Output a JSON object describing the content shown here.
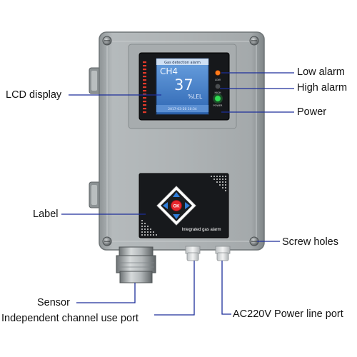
{
  "device": {
    "screen": {
      "header": "Gas detection alarm",
      "gas": "CH4",
      "reading": "37",
      "unit": "%LEL",
      "footer": "2017-03-20  10:34"
    },
    "leds": {
      "low_tag": "LOW",
      "high_tag": "HIGH",
      "power_tag": "POWER"
    },
    "keypad": {
      "ok_label": "OK",
      "caption": "Integrated gas alarm"
    }
  },
  "labels": {
    "lcd_display": "LCD display",
    "low_alarm": "Low alarm",
    "high_alarm": "High alarm",
    "power": "Power",
    "label": "Label",
    "screw_holes": "Screw holes",
    "sensor": "Sensor",
    "independent_port": "Independent channel use port",
    "ac_port": "AC220V Power line port"
  },
  "colors": {
    "body": "#a9afb1",
    "panel": "#17191c",
    "lcd": "#3d79c4",
    "leader_line": "#1d2f9a",
    "low_led": "#ff7a1a",
    "high_led": "#33dd55",
    "ok_button": "#e8262c",
    "arrow_buttons": "#2f7dd9"
  }
}
